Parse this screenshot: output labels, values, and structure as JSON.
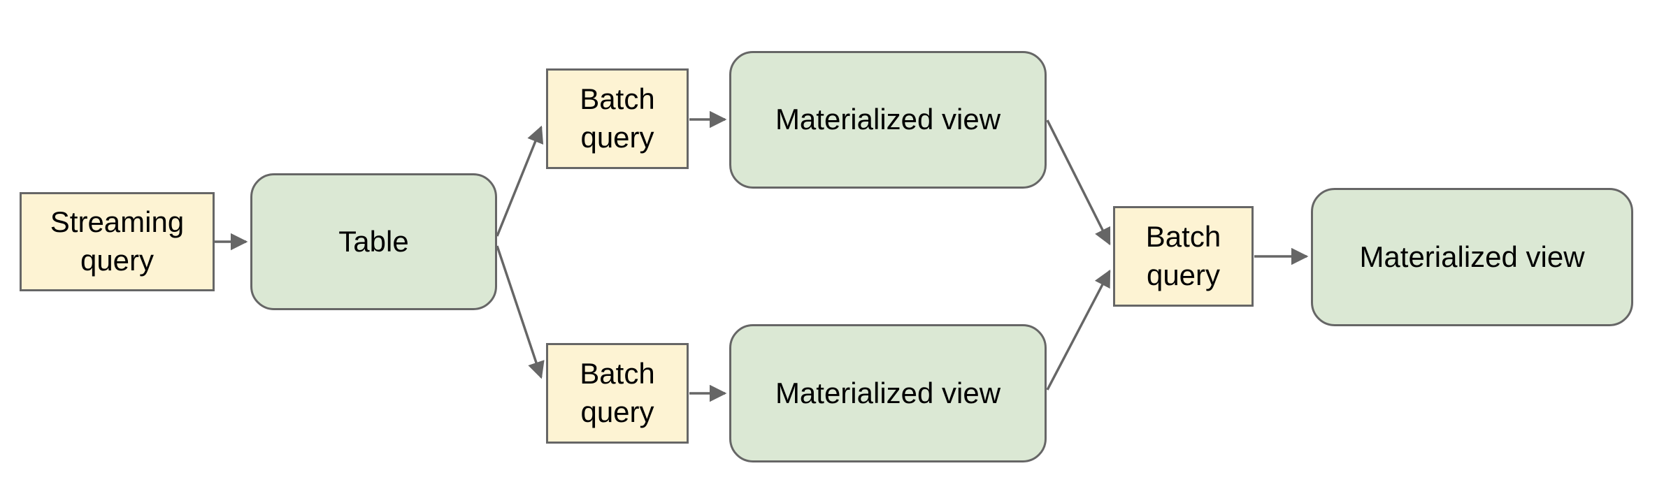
{
  "diagram": {
    "type": "flow-diagram",
    "nodes": {
      "streaming_query": {
        "label": "Streaming query",
        "kind": "query"
      },
      "table": {
        "label": "Table",
        "kind": "dataset"
      },
      "batch_query_top": {
        "label": "Batch query",
        "kind": "query"
      },
      "materialized_view_top": {
        "label": "Materialized view",
        "kind": "dataset"
      },
      "batch_query_bottom": {
        "label": "Batch query",
        "kind": "query"
      },
      "materialized_view_bottom": {
        "label": "Materialized view",
        "kind": "dataset"
      },
      "batch_query_right": {
        "label": "Batch query",
        "kind": "query"
      },
      "materialized_view_right": {
        "label": "Materialized view",
        "kind": "dataset"
      }
    },
    "edges": [
      {
        "from": "streaming_query",
        "to": "table"
      },
      {
        "from": "table",
        "to": "batch_query_top"
      },
      {
        "from": "table",
        "to": "batch_query_bottom"
      },
      {
        "from": "batch_query_top",
        "to": "materialized_view_top"
      },
      {
        "from": "batch_query_bottom",
        "to": "materialized_view_bottom"
      },
      {
        "from": "materialized_view_top",
        "to": "batch_query_right"
      },
      {
        "from": "materialized_view_bottom",
        "to": "batch_query_right"
      },
      {
        "from": "batch_query_right",
        "to": "materialized_view_right"
      }
    ]
  },
  "colors": {
    "query_fill": "#fdf3d3",
    "dataset_fill": "#dbe8d4",
    "stroke": "#666666",
    "text": "#000000",
    "background": "#ffffff"
  }
}
